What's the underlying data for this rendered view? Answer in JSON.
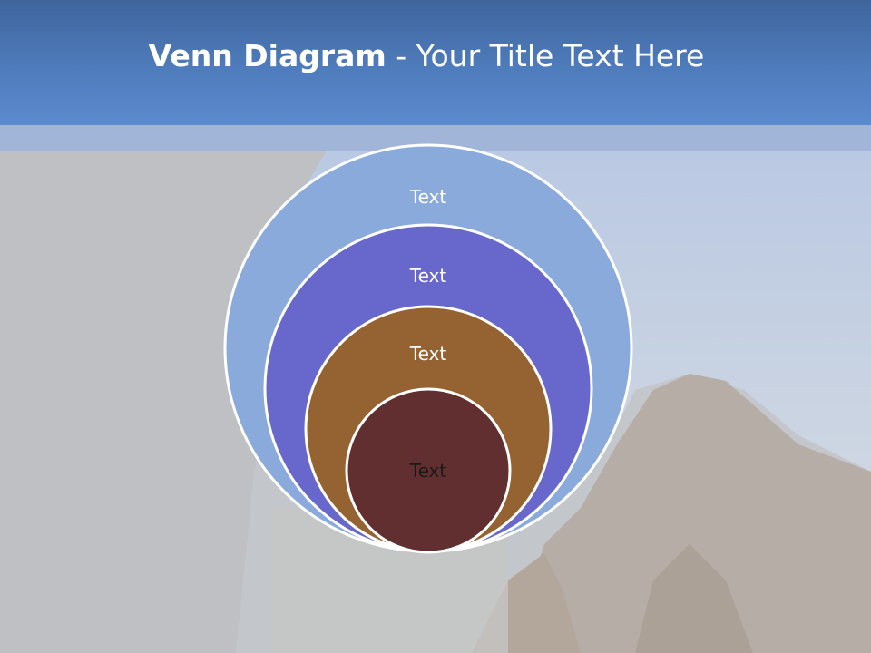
{
  "slide": {
    "title_bold": "Venn Diagram",
    "title_rest": " - Your Title Text Here"
  },
  "diagram": {
    "circles": [
      {
        "label": "Text",
        "fill": "#8aaadb",
        "text_color": "#ffffff"
      },
      {
        "label": "Text",
        "fill": "#6767cc",
        "text_color": "#ffffff"
      },
      {
        "label": "Text",
        "fill": "#956331",
        "text_color": "#ffffff"
      },
      {
        "label": "Text",
        "fill": "#622f30",
        "text_color": "#1a1a1a"
      }
    ]
  },
  "colors": {
    "header": "#4f7cbc",
    "circle_outline": "#ffffff"
  }
}
